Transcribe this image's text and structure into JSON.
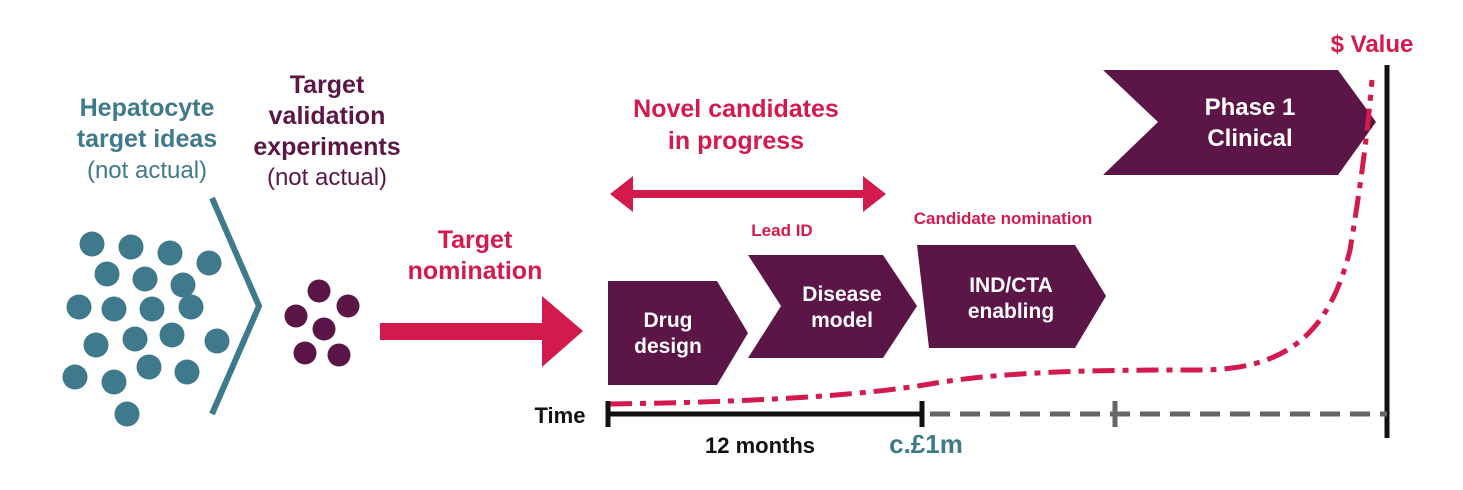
{
  "colors": {
    "teal": "#3e7a8c",
    "plum": "#5b1647",
    "crimson": "#d31a4d",
    "black": "#111111",
    "dash": "#666666"
  },
  "hepatocyte": {
    "title_line1": "Hepatocyte",
    "title_line2": "target ideas",
    "note": "(not actual)"
  },
  "validation": {
    "title_line1": "Target",
    "title_line2": "validation",
    "title_line3": "experiments",
    "note": "(not actual)"
  },
  "target_nomination": {
    "line1": "Target",
    "line2": "nomination"
  },
  "novel_candidates": {
    "line1": "Novel candidates",
    "line2": "in progress"
  },
  "labels": {
    "lead_id": "Lead ID",
    "candidate_nomination": "Candidate nomination",
    "value": "$ Value",
    "time": "Time",
    "duration": "12 months",
    "cost": "c.£1m"
  },
  "stages": [
    {
      "line1": "Drug",
      "line2": "design"
    },
    {
      "line1": "Disease",
      "line2": "model"
    },
    {
      "line1": "IND/CTA",
      "line2": "enabling"
    },
    {
      "line1": "Phase 1",
      "line2": "Clinical"
    }
  ]
}
